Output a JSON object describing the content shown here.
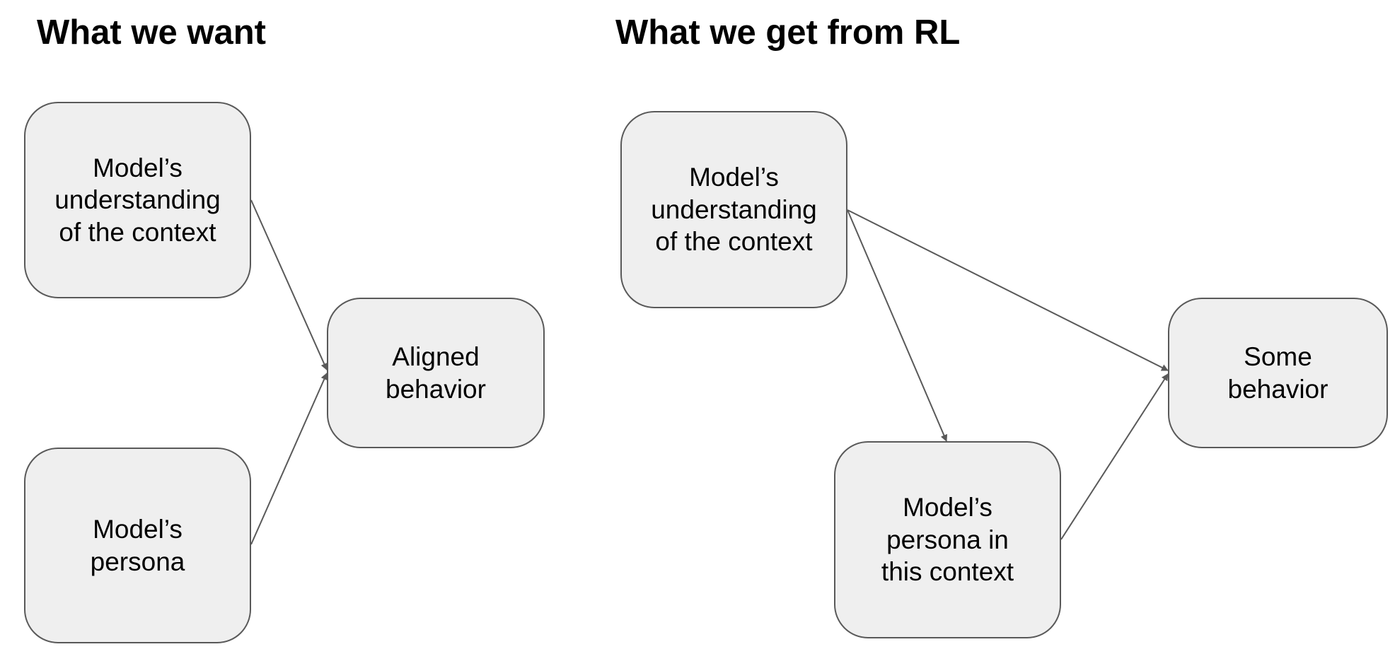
{
  "diagrams": [
    {
      "title": "What we want",
      "nodes": [
        {
          "id": "context",
          "label": "Model’s\nunderstanding\nof the context"
        },
        {
          "id": "persona",
          "label": "Model’s\npersona"
        },
        {
          "id": "behavior",
          "label": "Aligned\nbehavior"
        }
      ],
      "edges": [
        {
          "from": "context",
          "to": "behavior"
        },
        {
          "from": "persona",
          "to": "behavior"
        }
      ]
    },
    {
      "title": "What we get from RL",
      "nodes": [
        {
          "id": "context",
          "label": "Model’s\nunderstanding\nof the context"
        },
        {
          "id": "persona",
          "label": "Model’s\npersona in\nthis context"
        },
        {
          "id": "behavior",
          "label": "Some\nbehavior"
        }
      ],
      "edges": [
        {
          "from": "context",
          "to": "persona"
        },
        {
          "from": "context",
          "to": "behavior"
        },
        {
          "from": "persona",
          "to": "behavior"
        }
      ]
    }
  ]
}
